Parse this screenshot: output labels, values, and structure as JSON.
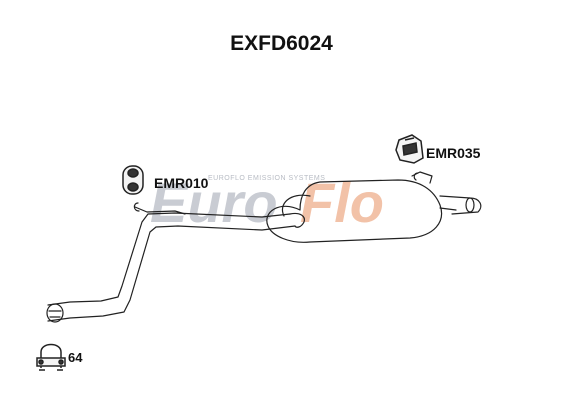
{
  "title": "EXFD6024",
  "watermark": {
    "brand_first": "Euro",
    "brand_second": "Flo",
    "tagline": "EUROFLO EMISSION SYSTEMS",
    "colors": {
      "grey": "#c9ccd3",
      "accent": "#f2c2a8"
    }
  },
  "parts": {
    "rubber_mount_left": {
      "code": "EMR010",
      "icon": "rubber-mount-icon"
    },
    "rubber_mount_right": {
      "code": "EMR035",
      "icon": "rubber-hanger-icon"
    },
    "clamp": {
      "code": "64",
      "icon": "u-clamp-icon"
    }
  },
  "colors": {
    "line": "#222222",
    "text": "#111111"
  }
}
